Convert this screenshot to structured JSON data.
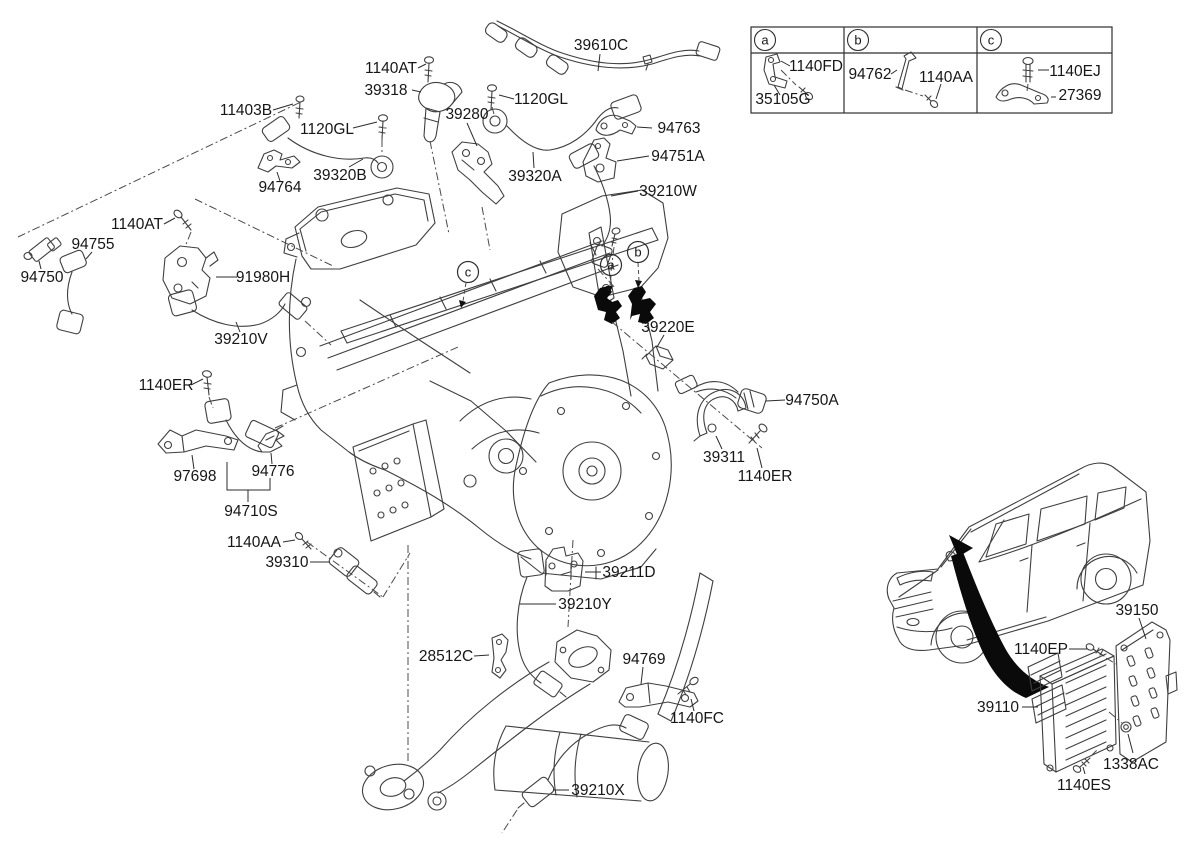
{
  "inset": {
    "cells": [
      {
        "letter": "a",
        "part1": "1140FD",
        "part2": "35105G"
      },
      {
        "letter": "b",
        "part1": "94762",
        "part2": "1140AA"
      },
      {
        "letter": "c",
        "part1": "1140EJ",
        "part2": "27369"
      }
    ]
  },
  "callouts": {
    "a": "a",
    "b": "b",
    "c": "c"
  },
  "labels": {
    "p39610C": "39610C",
    "p1140AT_top": "1140AT",
    "p39318": "39318",
    "p11403B": "11403B",
    "p1120GL_a": "1120GL",
    "p39280": "39280",
    "p1120GL_b": "1120GL",
    "p94763": "94763",
    "p94751A": "94751A",
    "p39210W": "39210W",
    "p94764": "94764",
    "p39320B": "39320B",
    "p39320A": "39320A",
    "p1140AT_left": "1140AT",
    "p94755": "94755",
    "p94750": "94750",
    "p91980H": "91980H",
    "p39210V": "39210V",
    "p1140ER_left": "1140ER",
    "p97698": "97698",
    "p94776": "94776",
    "p94710S": "94710S",
    "p1140AA_left": "1140AA",
    "p39310": "39310",
    "p39220E": "39220E",
    "p94750A": "94750A",
    "p39311": "39311",
    "p1140ER_right": "1140ER",
    "p39211D": "39211D",
    "p39210Y": "39210Y",
    "p28512C": "28512C",
    "p94769": "94769",
    "p1140FC": "1140FC",
    "p39210X": "39210X",
    "p39150": "39150",
    "p1140EP": "1140EP",
    "p39110": "39110",
    "p1338AC": "1338AC",
    "p1140ES": "1140ES"
  }
}
